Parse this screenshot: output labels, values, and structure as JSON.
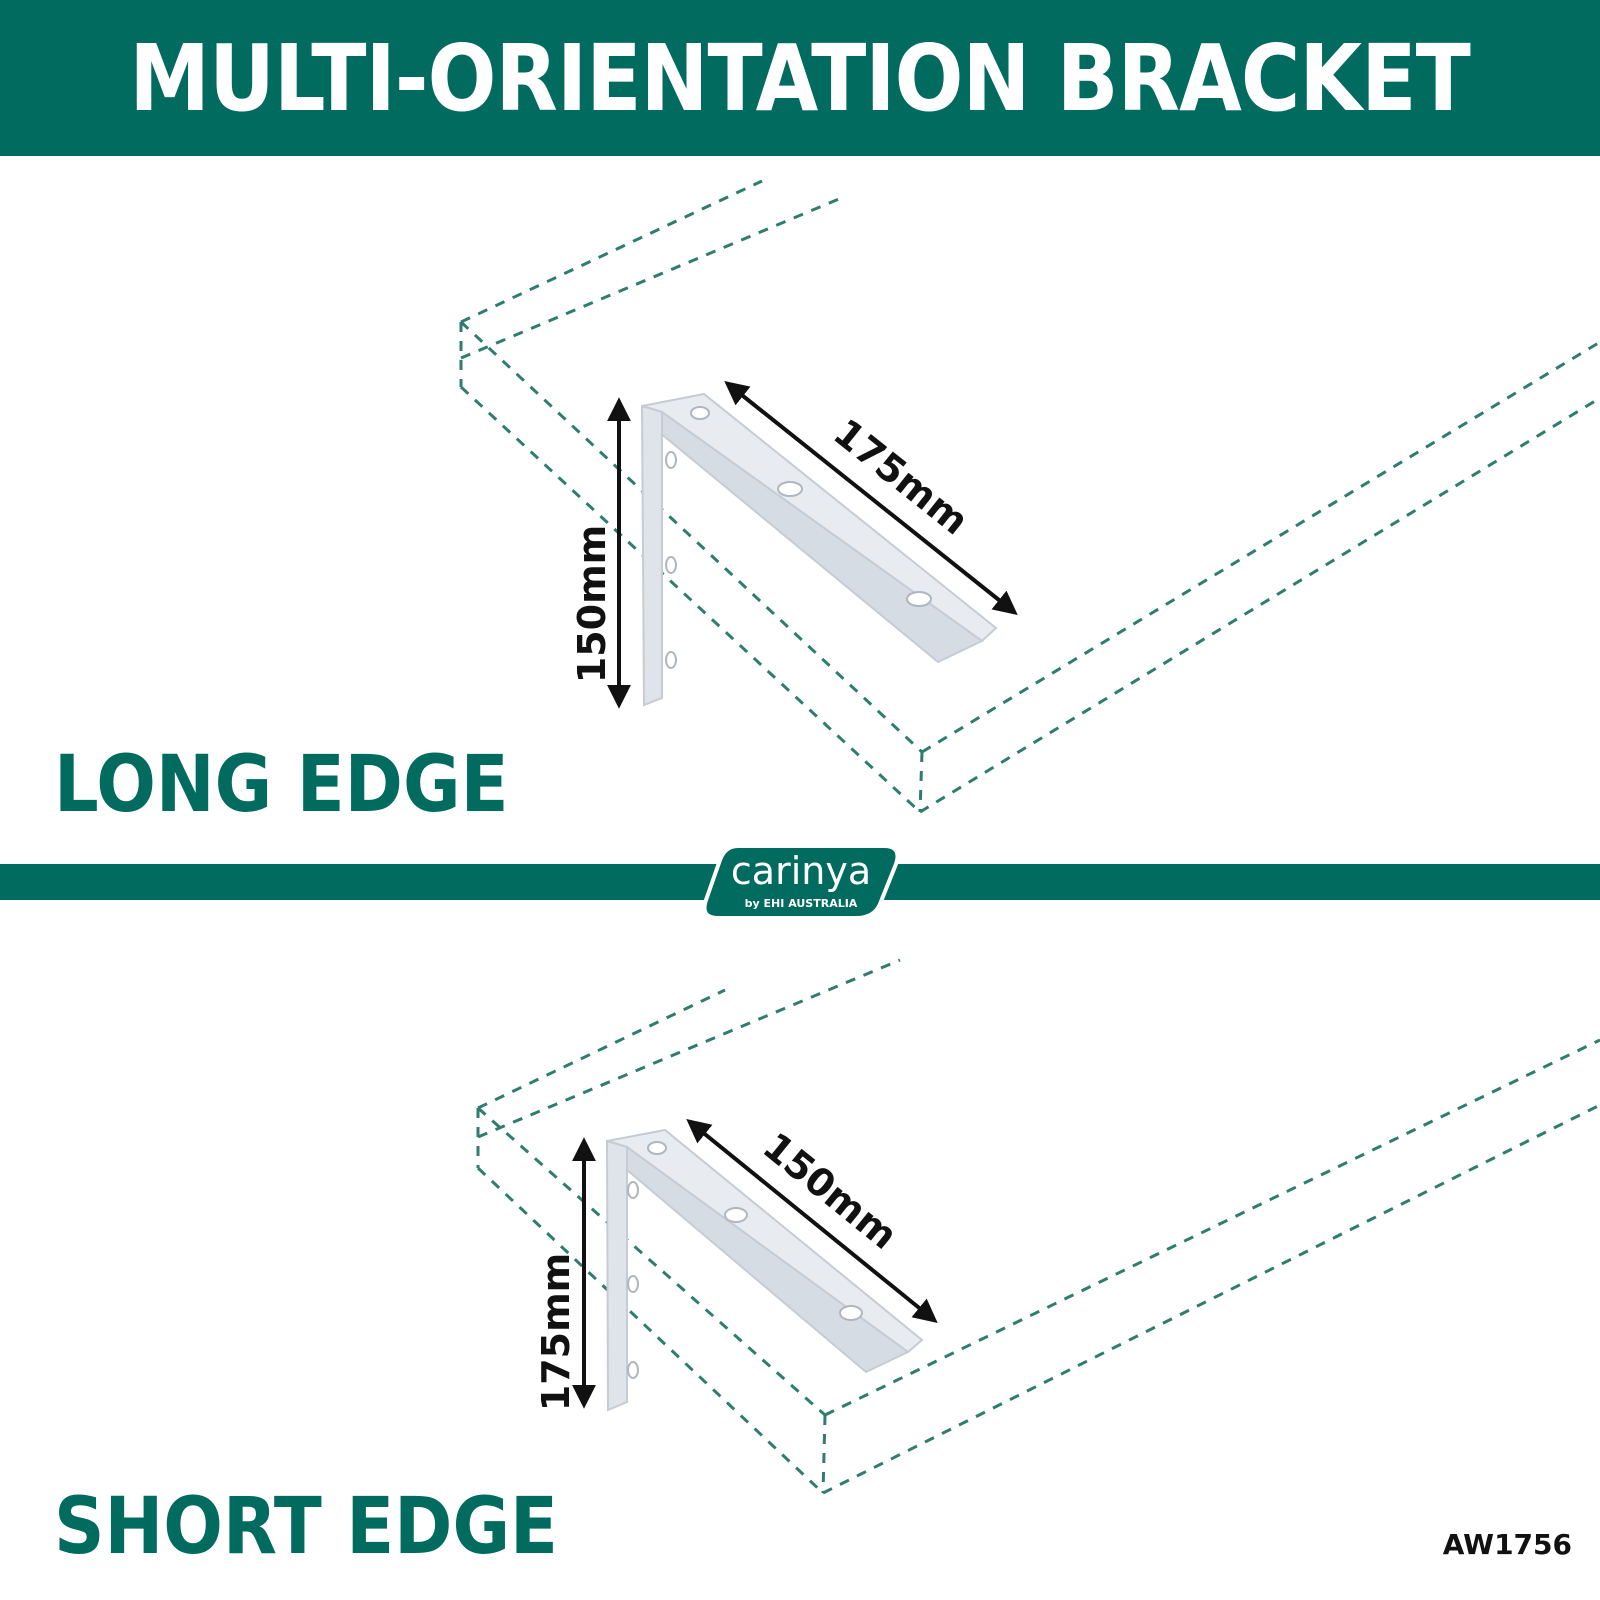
{
  "title": "MULTI-ORIENTATION BRACKET",
  "colors": {
    "brand": "#006b5e",
    "bracket": "#e1e6ec",
    "outline": "#2e7d6e"
  },
  "logo": {
    "word": "carinya",
    "tagline": "by EHI AUSTRALIA"
  },
  "long_edge": {
    "label": "LONG EDGE",
    "vertical_dimension": "150mm",
    "horizontal_dimension": "175mm"
  },
  "short_edge": {
    "label": "SHORT EDGE",
    "vertical_dimension": "175mm",
    "horizontal_dimension": "150mm"
  },
  "product_code": "AW1756",
  "icons": [
    "shelf-outline-icon",
    "bracket-icon",
    "dimension-arrow-icon",
    "carinya-logo-icon"
  ]
}
